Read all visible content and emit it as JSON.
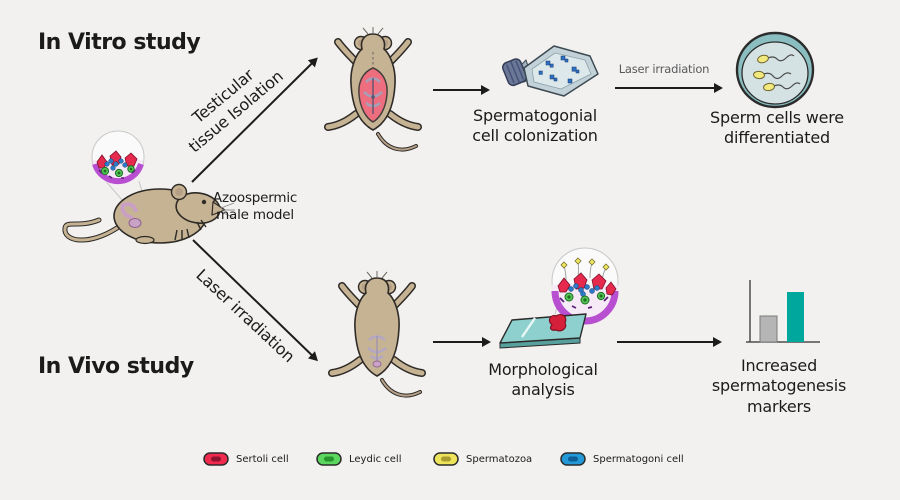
{
  "colors": {
    "background": "#f2f1ef",
    "text": "#1b1b19",
    "muted_label": "#58595b",
    "arrow": "#1c1c1c",
    "accent_teal": "#00a79d",
    "bar_gray": "#b5b5b5"
  },
  "source_model": {
    "label": "Azoospermic\nmale model"
  },
  "in_vitro": {
    "title": "In Vitro study",
    "branch_label": "Testicular\ntissue Isolation",
    "step1_label": "Spermatogonial\ncell colonization",
    "step2_arrow_label": "Laser irradiation",
    "step2_label": "Sperm cells were\ndifferentiated"
  },
  "in_vivo": {
    "title": "In Vivo study",
    "branch_label": "Laser irradiation",
    "step1_label": "Morphological\nanalysis",
    "step2_label": "Increased\nspermatogenesis\nmarkers"
  },
  "legend": {
    "items": [
      {
        "label": "Sertoli cell",
        "color": "#ef2a4e",
        "inner_color": "#8c1230"
      },
      {
        "label": "Leydic cell",
        "color": "#5bd65e",
        "inner_color": "#27942e"
      },
      {
        "label": "Spermatozoa",
        "color": "#eee45c",
        "inner_color": "#a89c2f"
      },
      {
        "label": "Spermatogoni cell",
        "color": "#2399d8",
        "inner_color": "#0f5d95"
      }
    ]
  },
  "chart_icon": {
    "type": "bar",
    "bars": [
      {
        "name": "before",
        "color": "#b5b5b5",
        "y": 40,
        "height": 26
      },
      {
        "name": "after",
        "color": "#00a79d",
        "y": 16,
        "height": 50
      }
    ]
  },
  "icons": [
    "azoospermic-mouse-icon",
    "testis-tissue-magnifier-icon",
    "dissected-mouse-icon",
    "culture-flask-icon",
    "petri-dish-sperm-icon",
    "treated-mouse-icon",
    "tissue-slide-icon",
    "slide-tissue-magnifier-icon",
    "bar-chart-icon",
    "legend-cell-pill-icon"
  ]
}
